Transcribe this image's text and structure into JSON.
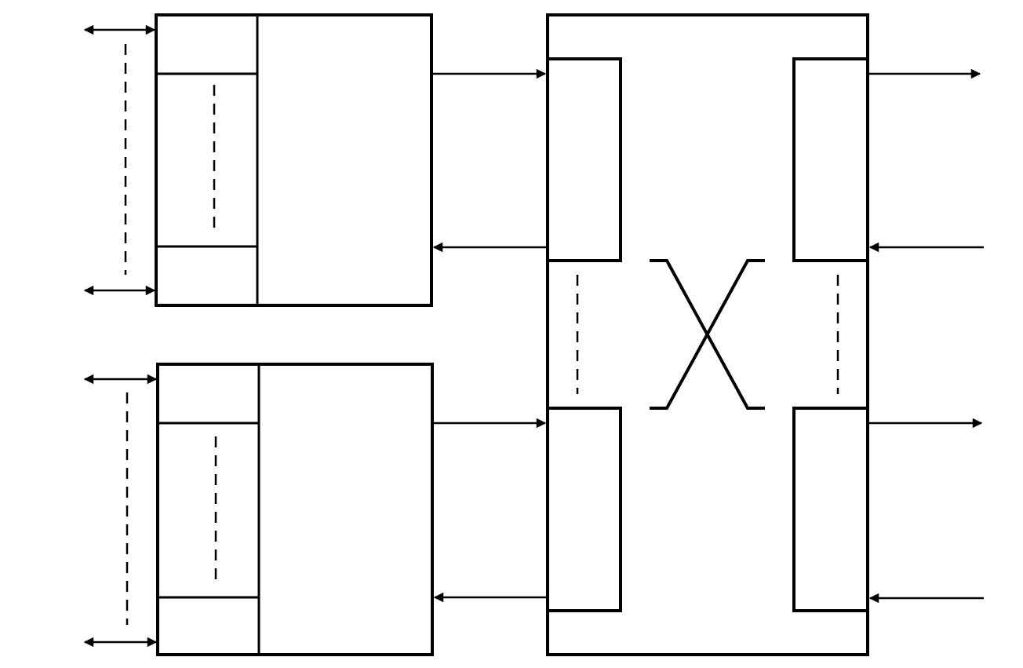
{
  "diagram": {
    "colors": {
      "stroke": "#000000",
      "background": "#ffffff"
    },
    "modules": [
      {
        "name": "upper-module"
      },
      {
        "name": "lower-module"
      }
    ],
    "switch": {
      "name": "crossbar-switch",
      "left_ports": [
        "upper-left-port",
        "lower-left-port"
      ],
      "right_ports": [
        "upper-right-port",
        "lower-right-port"
      ]
    },
    "icons": [
      "bidirectional-arrow-icon",
      "right-arrow-icon",
      "left-arrow-icon",
      "crossover-icon"
    ]
  }
}
